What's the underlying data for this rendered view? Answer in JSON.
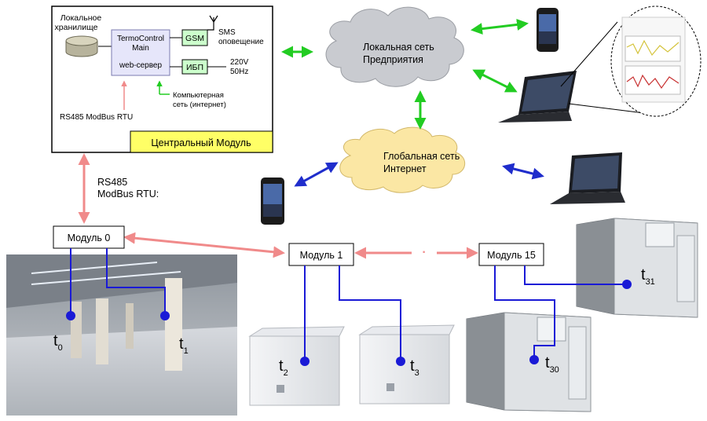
{
  "central_module": {
    "storage_label_line1": "Локальное",
    "storage_label_line2": "хранилище",
    "main_line1": "TermoControl",
    "main_line2": "Main",
    "main_line3": "web-сервер",
    "gsm": "GSM",
    "sms_line1": "SMS",
    "sms_line2": "оповещение",
    "ups": "ИБП",
    "power_line1": "220V",
    "power_line2": "50Hz",
    "network_line1": "Компьютерная",
    "network_line2": "сеть (интернет)",
    "rs485_in": "RS485 ModBus RTU",
    "title": "Центральный Модуль"
  },
  "clouds": {
    "local_line1": "Локальная сеть",
    "local_line2": "Предприятия",
    "global_line1": "Глобальная сеть",
    "global_line2": "Интернет"
  },
  "bus_label_line1": "RS485",
  "bus_label_line2": "ModBus RTU:",
  "bus_ellipsis": "·",
  "modules": [
    "Модуль 0",
    "Модуль 1",
    "Модуль 15"
  ],
  "sensors": [
    {
      "sub": "0"
    },
    {
      "sub": "1"
    },
    {
      "sub": "2"
    },
    {
      "sub": "3"
    },
    {
      "sub": "30"
    },
    {
      "sub": "31"
    }
  ],
  "sensor_letter": "t",
  "colors": {
    "frame": "#000000",
    "title_bg": "#ffff66",
    "main_bg": "#e6e6fa",
    "gsm_bg": "#ccffcc",
    "cloud": "#c9cbd0",
    "cloud_global": "#fbe7a4",
    "green_arrow": "#22cc22",
    "blue_arrow": "#1f2dcc",
    "pink_arrow": "#f08a8a",
    "sensor_line": "#1a1ad6"
  },
  "icons": [
    "database-icon",
    "antenna-icon",
    "phone-icon",
    "laptop-icon",
    "freezer-icon",
    "cold-room-icon",
    "warehouse-photo"
  ]
}
